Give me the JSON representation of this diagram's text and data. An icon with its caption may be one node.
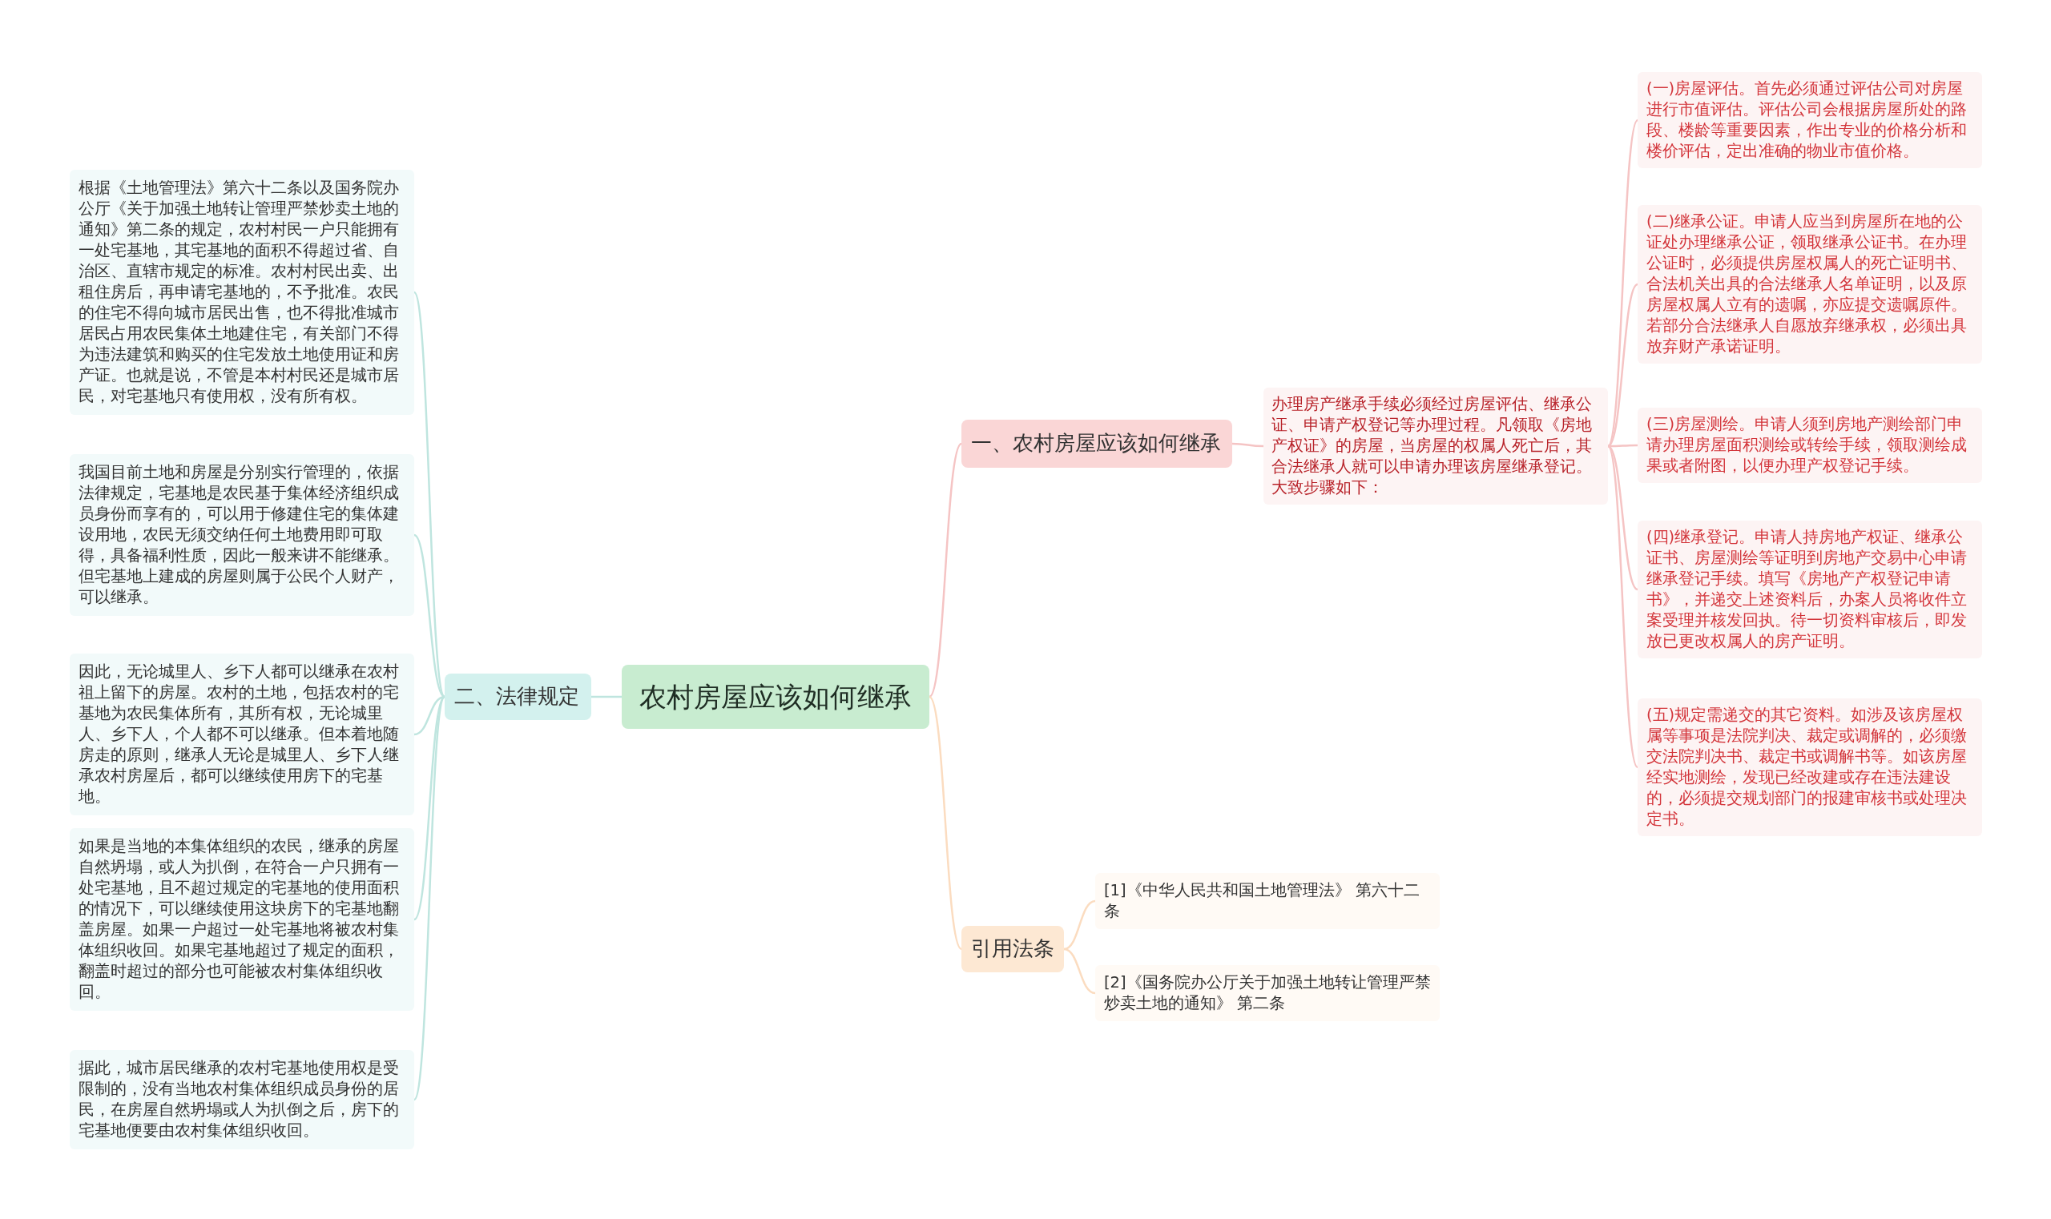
{
  "diagram": {
    "nodes": [
      {
        "text": [
          "农村房屋应该如何继承"
        ]
      },
      {
        "text": [
          "一、农村房屋应该如何继承"
        ]
      },
      {
        "text": [
          "办理房产继承手续必须经过房屋评估、继承公证、申请产权登记等办理过程。凡领取《房地产权证》的房屋，当房屋的权属人死亡后，其合法继承人就可以申请办理该房屋继承登记。大致步骤如下："
        ]
      },
      {
        "text": [
          "(一)房屋评估。首先必须通过评估公司对房屋进行市值评估。评估公司会根据房屋所处的路段、楼龄等重要因素，作出专业的价格分析和楼价评估，定出准确的物业市值价格。"
        ]
      },
      {
        "text": [
          "(二)继承公证。申请人应当到房屋所在地的公证处办理继承公证，领取继承公证书。在办理公证时，必须提供房屋权属人的死亡证明书、合法机关出具的合法继承人名单证明，以及原房屋权属人立有的遗嘱，亦应提交遗嘱原件。若部分合法继承人自愿放弃继承权，必须出具放弃财产承诺证明。"
        ]
      },
      {
        "text": [
          "(三)房屋测绘。申请人须到房地产测绘部门申请办理房屋面积测绘或转绘手续，领取测绘成果或者附图，以便办理产权登记手续。"
        ]
      },
      {
        "text": [
          "(四)继承登记。申请人持房地产权证、继承公证书、房屋测绘等证明到房地产交易中心申请继承登记手续。填写《房地产产权登记申请书》，并递交上述资料后，办案人员将收件立案受理并核发回执。待一切资料审核后，即发放已更改权属人的房产证明。"
        ]
      },
      {
        "text": [
          "(五)规定需递交的其它资料。如涉及该房屋权属等事项是法院判决、裁定或调解的，必须缴交法院判决书、裁定书或调解书等。如该房屋经实地测绘，发现已经改建或存在违法建设的，必须提交规划部门的报建审核书或处理决定书。"
        ]
      },
      {
        "text": [
          "二、法律规定"
        ]
      },
      {
        "text": [
          "根据《土地管理法》第六十二条以及国务院办公厅《关于加强土地转让管理严禁炒卖土地的通知》第二条的规定，农村村民一户只能拥有一处宅基地，其宅基地的面积不得超过省、自治区、直辖市规定的标准。农村村民出卖、出租住房后，再申请宅基地的，不予批准。农民的住宅不得向城市居民出售，也不得批准城市居民占用农民集体土地建住宅，有关部门不得为违法建筑和购买的住宅发放土地使用证和房产证。也就是说，不管是本村村民还是城市居民，对宅基地只有使用权，没有所有权。"
        ]
      },
      {
        "text": [
          "我国目前土地和房屋是分别实行管理的，依据法律规定，宅基地是农民基于集体经济组织成员身份而享有的，可以用于修建住宅的集体建设用地，农民无须交纳任何土地费用即可取得，具备福利性质，因此一般来讲不能继承。但宅基地上建成的房屋则属于公民个人财产，可以继承。"
        ]
      },
      {
        "text": [
          "因此，无论城里人、乡下人都可以继承在农村祖上留下的房屋。农村的土地，包括农村的宅基地为农民集体所有，其所有权，无论城里人、乡下人，个人都不可以继承。但本着地随房走的原则，继承人无论是城里人、乡下人继承农村房屋后，都可以继续使用房下的宅基地。"
        ]
      },
      {
        "text": [
          "如果是当地的本集体组织的农民，继承的房屋自然坍塌，或人为扒倒，在符合一户只拥有一处宅基地，且不超过规定的宅基地的使用面积的情况下，可以继续使用这块房下的宅基地翻盖房屋。如果一户超过一处宅基地将被农村集体组织收回。如果宅基地超过了规定的面积，翻盖时超过的部分也可能被农村集体组织收回。"
        ]
      },
      {
        "text": [
          "据此，城市居民继承的农村宅基地使用权是受限制的，没有当地农村集体组织成员身份的居民，在房屋自然坍塌或人为扒倒之后，房下的宅基地便要由农村集体组织收回。"
        ]
      },
      {
        "text": [
          "引用法条"
        ]
      },
      {
        "text": [
          "[1]《中华人民共和国土地管理法》 第六十二条"
        ]
      },
      {
        "text": [
          "[2]《国务院办公厅关于加强土地转让管理严禁炒卖土地的通知》 第二条"
        ]
      }
    ],
    "edges": [
      {
        "from": 0,
        "to": 1,
        "arrow": "none"
      },
      {
        "from": 1,
        "to": 2,
        "arrow": "none"
      },
      {
        "from": 2,
        "to": 3,
        "arrow": "none"
      },
      {
        "from": 2,
        "to": 4,
        "arrow": "none"
      },
      {
        "from": 2,
        "to": 5,
        "arrow": "none"
      },
      {
        "from": 2,
        "to": 6,
        "arrow": "none"
      },
      {
        "from": 2,
        "to": 7,
        "arrow": "none"
      },
      {
        "from": 0,
        "to": 8,
        "arrow": "none",
        "color": "#bfe5df"
      },
      {
        "from": 8,
        "to": 9,
        "arrow": "none",
        "color": "#bfe5df"
      },
      {
        "from": 8,
        "to": 10,
        "arrow": "none",
        "color": "#bfe5df"
      },
      {
        "from": 8,
        "to": 11,
        "arrow": "none",
        "color": "#bfe5df"
      },
      {
        "from": 8,
        "to": 12,
        "arrow": "none",
        "color": "#bfe5df"
      },
      {
        "from": 8,
        "to": 13,
        "arrow": "none",
        "color": "#bfe5df"
      },
      {
        "from": 0,
        "to": 14,
        "arrow": "none",
        "color": "#fbdcc0"
      },
      {
        "from": 14,
        "to": 15,
        "arrow": "none",
        "color": "#fbdcc0"
      },
      {
        "from": 14,
        "to": 16,
        "arrow": "none",
        "color": "#fbdcc0"
      }
    ]
  }
}
